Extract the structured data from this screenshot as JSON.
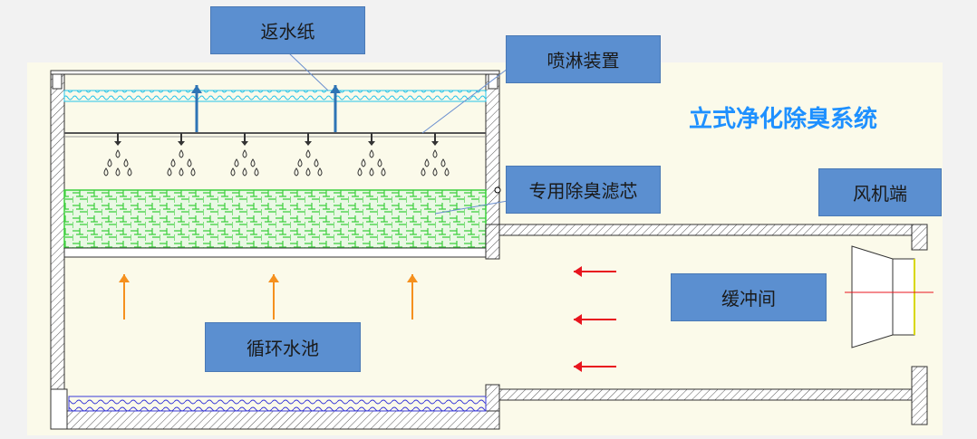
{
  "title": "立式净化除臭系统",
  "labels": {
    "return_paper": "返水纸",
    "spray_device": "喷淋装置",
    "filter_core": "专用除臭滤芯",
    "fan_end": "风机端",
    "buffer_room": "缓冲间",
    "water_pool": "循环水池"
  },
  "colors": {
    "background": "#f2f2f2",
    "panel": "#fbfaea",
    "label_box": "#5b8fd0",
    "title": "#1e90ff",
    "up_arrow": "#2e74b5",
    "orange_arrow": "#f5901e",
    "red_arrow": "#e8141e",
    "filter_green": "#3ccf3c",
    "return_paper_cyan": "#27c4e8",
    "water_blue": "#3a3ad8"
  }
}
